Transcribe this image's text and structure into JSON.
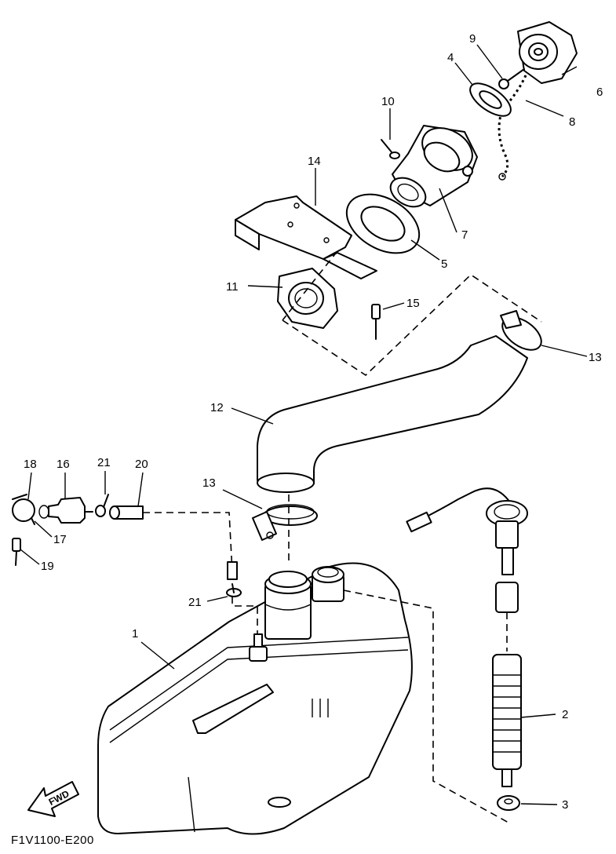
{
  "diagram_code": "F1V1100-E200",
  "fwd_label": "FWD",
  "callouts": {
    "p1": "1",
    "p2": "2",
    "p3": "3",
    "p4": "4",
    "p5": "5",
    "p6": "6",
    "p7": "7",
    "p8": "8",
    "p9": "9",
    "p10": "10",
    "p11": "11",
    "p12": "12",
    "p13a": "13",
    "p13b": "13",
    "p14": "14",
    "p15": "15",
    "p16": "16",
    "p17": "17",
    "p18": "18",
    "p19": "19",
    "p20": "20",
    "p21a": "21",
    "p21b": "21"
  }
}
